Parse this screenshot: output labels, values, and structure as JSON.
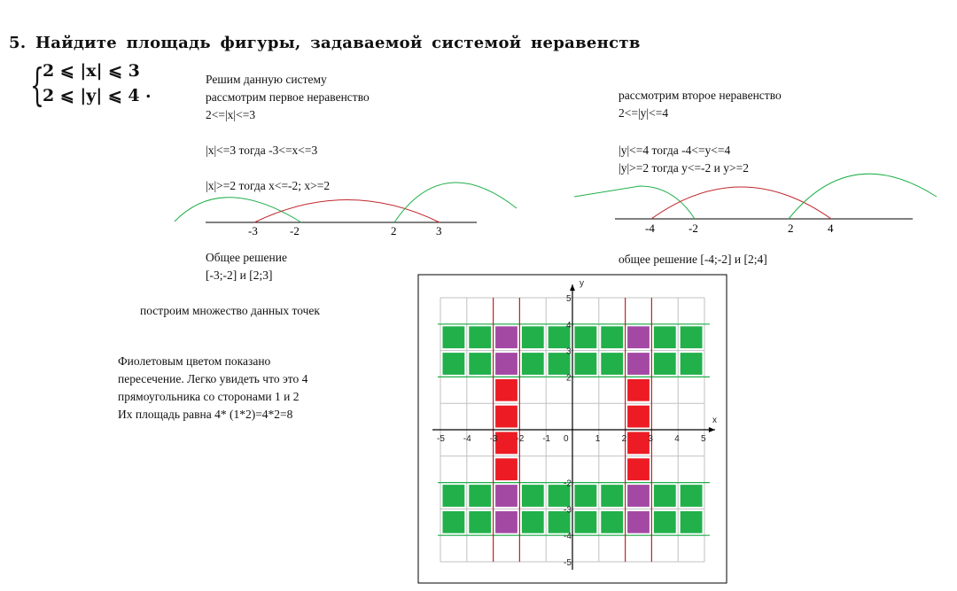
{
  "title": "5. Найдите площадь фигуры, задаваемой системой неравенств",
  "system": {
    "line1": "2 ⩽ |x| ⩽ 3",
    "line2": "2 ⩽ |y| ⩽ 4",
    "dot": "."
  },
  "left_block": {
    "lines": [
      "Решим данную систему",
      "рассмотрим первое неравенство",
      "2<=|x|<=3",
      "|x|<=3 тогда -3<=x<=3",
      "|x|>=2 тогда x<=-2; x>=2"
    ],
    "numberline_labels": [
      "-3",
      "-2",
      "2",
      "3"
    ],
    "general_label": "Общее решение",
    "general_value": "[-3;-2] и [2;3]"
  },
  "right_block": {
    "lines": [
      "рассмотрим второе неравенство",
      "2<=|y|<=4",
      "|y|<=4 тогда -4<=y<=4",
      "|y|>=2 тогда y<=-2 и y>=2"
    ],
    "numberline_labels": [
      "-4",
      "-2",
      "2",
      "4"
    ],
    "general": "общее решение [-4;-2]  и [2;4]"
  },
  "build_text": "построим множество данных точек",
  "explanation": [
    "Фиолетовым цветом показано",
    "пересечение. Легко увидеть что это 4",
    "прямоугольника со сторонами 1 и 2",
    "Их площадь равна 4* (1*2)=4*2=8"
  ],
  "colors": {
    "green": "#22b04b",
    "red": "#ed1c24",
    "purple": "#a349a4",
    "grid": "#c0c0c0"
  },
  "graph": {
    "x_label": "x",
    "y_label": "y",
    "x_ticks": [
      "-5",
      "-4",
      "-3",
      "-2",
      "-1",
      "0",
      "1",
      "2",
      "3",
      "4",
      "5"
    ],
    "y_ticks": [
      "5",
      "4",
      "3",
      "2",
      "-2",
      "-3",
      "-4",
      "-5"
    ]
  }
}
